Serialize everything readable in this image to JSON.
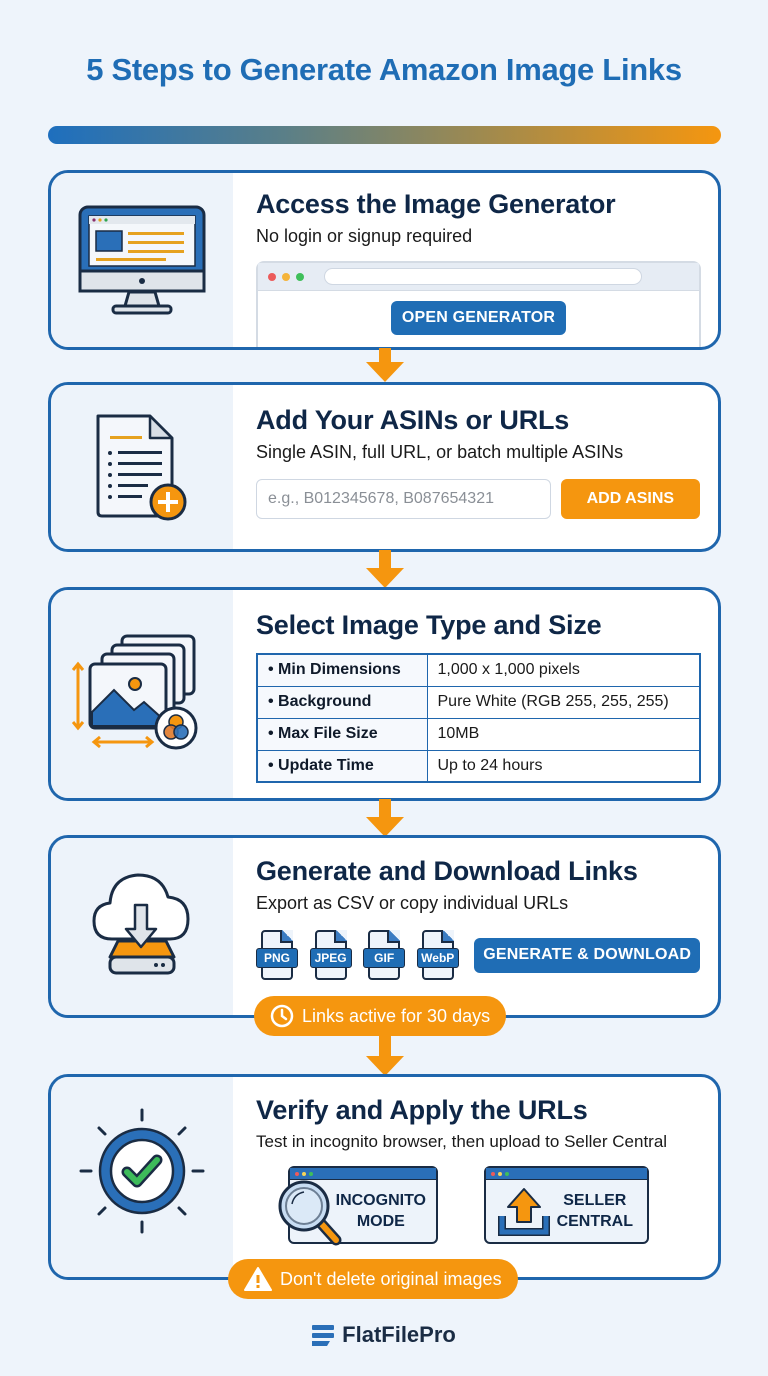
{
  "title": "5 Steps to Generate Amazon Image Links",
  "colors": {
    "primary_blue": "#1f6db5",
    "accent_orange": "#f5960f",
    "navy": "#0f2747",
    "background": "#eef4fb"
  },
  "steps": [
    {
      "title": "Access the Image Generator",
      "subtitle": "No login or signup required",
      "icon": "desktop-monitor-icon",
      "button": "OPEN GENERATOR"
    },
    {
      "title": "Add Your ASINs or URLs",
      "subtitle": "Single ASIN, full URL, or batch multiple ASINs",
      "icon": "document-add-icon",
      "input_placeholder": "e.g., B012345678, B087654321",
      "button": "ADD ASINS"
    },
    {
      "title": "Select Image Type and Size",
      "icon": "image-stack-resize-icon",
      "specs": [
        {
          "label": "• Min Dimensions",
          "value": "1,000 x 1,000 pixels"
        },
        {
          "label": "• Background",
          "value": "Pure White (RGB 255, 255, 255)"
        },
        {
          "label": "• Max File Size",
          "value": "10MB"
        },
        {
          "label": "• Update Time",
          "value": "Up to 24 hours"
        }
      ]
    },
    {
      "title": "Generate and Download Links",
      "subtitle": "Export as CSV or copy individual URLs",
      "icon": "cloud-download-icon",
      "formats": [
        "PNG",
        "JPEG",
        "GIF",
        "WebP"
      ],
      "button": "GENERATE & DOWNLOAD",
      "note": "Links active for 30 days",
      "note_icon": "clock-icon"
    },
    {
      "title": "Verify and Apply the URLs",
      "subtitle": "Test in incognito browser, then upload to Seller Central",
      "icon": "check-circle-icon",
      "tiles": [
        {
          "line1": "INCOGNITO",
          "line2": "MODE",
          "icon": "magnifier-icon"
        },
        {
          "line1": "SELLER",
          "line2": "CENTRAL",
          "icon": "upload-icon"
        }
      ],
      "note": "Don't delete original images",
      "note_icon": "warning-icon"
    }
  ],
  "footer": {
    "brand": "FlatFilePro",
    "logo_icon": "flatfilepro-logo-icon"
  }
}
